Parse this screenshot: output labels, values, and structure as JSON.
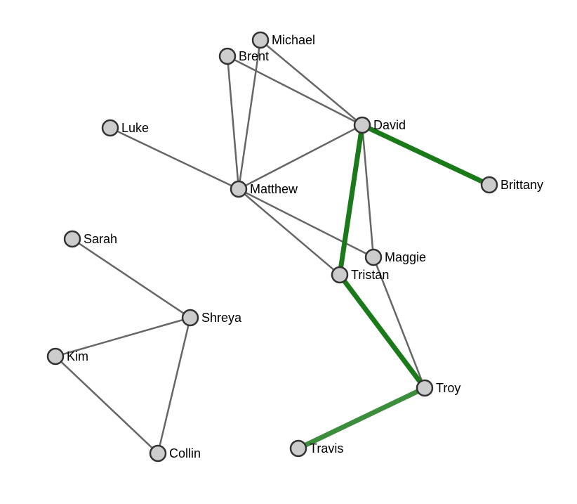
{
  "graph": {
    "colors": {
      "background": "#ffffff",
      "edge": "#666666",
      "highlight_edge": "#1a7a1a",
      "node_fill": "#cccccc",
      "node_stroke": "#333333",
      "label": "#000000"
    },
    "nodes": [
      {
        "id": "michael",
        "label": "Michael"
      },
      {
        "id": "brent",
        "label": "Brent"
      },
      {
        "id": "luke",
        "label": "Luke"
      },
      {
        "id": "david",
        "label": "David"
      },
      {
        "id": "brittany",
        "label": "Brittany"
      },
      {
        "id": "matthew",
        "label": "Matthew"
      },
      {
        "id": "sarah",
        "label": "Sarah"
      },
      {
        "id": "maggie",
        "label": "Maggie"
      },
      {
        "id": "tristan",
        "label": "Tristan"
      },
      {
        "id": "shreya",
        "label": "Shreya"
      },
      {
        "id": "kim",
        "label": "Kim"
      },
      {
        "id": "troy",
        "label": "Troy"
      },
      {
        "id": "travis",
        "label": "Travis"
      },
      {
        "id": "collin",
        "label": "Collin"
      }
    ],
    "edges": [
      {
        "source": "brent",
        "target": "david",
        "highlighted": false
      },
      {
        "source": "michael",
        "target": "david",
        "highlighted": false
      },
      {
        "source": "brent",
        "target": "matthew",
        "highlighted": false
      },
      {
        "source": "michael",
        "target": "matthew",
        "highlighted": false
      },
      {
        "source": "luke",
        "target": "matthew",
        "highlighted": false
      },
      {
        "source": "matthew",
        "target": "david",
        "highlighted": false
      },
      {
        "source": "matthew",
        "target": "maggie",
        "highlighted": false
      },
      {
        "source": "matthew",
        "target": "tristan",
        "highlighted": false
      },
      {
        "source": "david",
        "target": "maggie",
        "highlighted": false
      },
      {
        "source": "maggie",
        "target": "troy",
        "highlighted": false
      },
      {
        "source": "sarah",
        "target": "shreya",
        "highlighted": false
      },
      {
        "source": "kim",
        "target": "shreya",
        "highlighted": false
      },
      {
        "source": "shreya",
        "target": "collin",
        "highlighted": false
      },
      {
        "source": "kim",
        "target": "collin",
        "highlighted": false
      },
      {
        "source": "david",
        "target": "brittany",
        "highlighted": true
      },
      {
        "source": "david",
        "target": "tristan",
        "highlighted": true
      },
      {
        "source": "tristan",
        "target": "troy",
        "highlighted": true
      },
      {
        "source": "troy",
        "target": "travis",
        "highlighted": true,
        "faded": true
      }
    ]
  }
}
